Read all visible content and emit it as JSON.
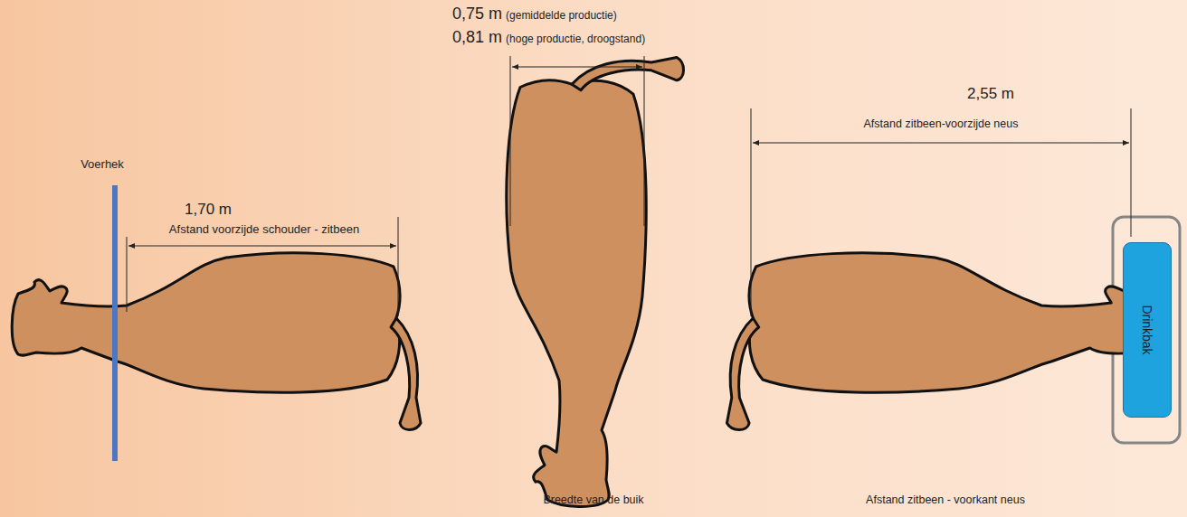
{
  "diagram": {
    "nodes": [
      {
        "text": [
          "Drinkbak"
        ]
      }
    ],
    "labels": [
      "0,75 m",
      "(gemiddelde productie)",
      "0,81 m",
      "(hoge productie, droogstand)",
      "2,55 m",
      "Afstand zitbeen-voorzijde neus",
      "Voerhek",
      "1,70 m",
      "Afstand voorzijde schouder - zitbeen",
      "Breedte van de buik",
      "Afstand zitbeen - voorkant neus"
    ]
  }
}
